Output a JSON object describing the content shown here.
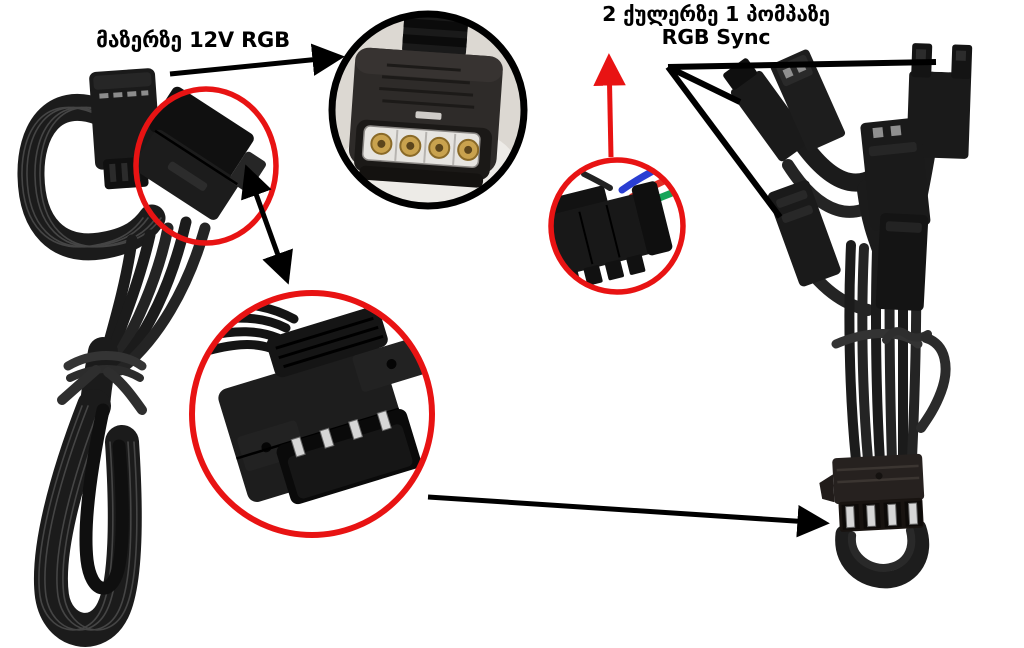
{
  "annotations": {
    "left_label": "მაზერზე 12V RGB",
    "right_label_line1": "2 ქულერზე 1 პომპაზე",
    "right_label_line2": "RGB Sync"
  },
  "colors": {
    "background": "#ffffff",
    "annotation_red": "#e81313",
    "annotation_black": "#000000",
    "connector_dark": "#1a1a1a",
    "cable_dark": "#1b1b1b",
    "photo_bg_gray": "#dcd8d2",
    "pin_gold": "#c9a24e",
    "pin_silver": "#d6d6d6",
    "wire_blue": "#2a3ed2",
    "wire_red": "#e23028",
    "wire_green": "#17a55a"
  }
}
